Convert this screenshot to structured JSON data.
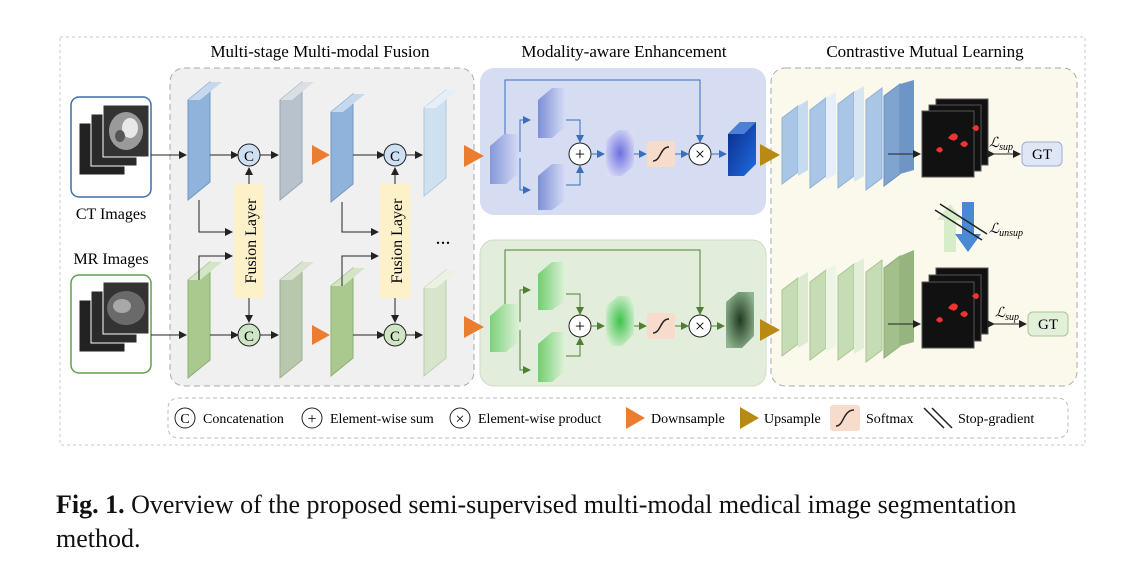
{
  "sections": {
    "fusion": "Multi-stage Multi-modal Fusion",
    "enhance": "Modality-aware Enhancement",
    "contrast": "Contrastive Mutual Learning"
  },
  "inputs": {
    "ct": "CT Images",
    "mr": "MR Images"
  },
  "fusion_layer": "Fusion Layer",
  "ellipsis": "...",
  "ops": {
    "concat": "C",
    "sum": "+",
    "product": "×"
  },
  "losses": {
    "sup_top": "ℒsup",
    "sup_bottom": "ℒsup",
    "unsup": "ℒunsup",
    "sup_base": "ℒ",
    "sup_sub": "sup",
    "unsup_sub": "unsup"
  },
  "gt": {
    "top": "GT",
    "bottom": "GT"
  },
  "legend": {
    "concatenation": "Concatenation",
    "sum": "Element-wise sum",
    "product": "Element-wise product",
    "downsample": "Downsample",
    "upsample": "Upsample",
    "softmax": "Softmax",
    "stopgrad": "Stop-gradient"
  },
  "colors": {
    "ct_blue": "#8fb3da",
    "mr_green": "#a9c98f",
    "downsample": "#ea7d2f",
    "upsample": "#b88a14",
    "fusion_yellow": "#fdf1c9",
    "enhance_blue_bg": "#d6dcf2",
    "enhance_green_bg": "#e3eddc",
    "contrast_bg": "#fbf8ec"
  },
  "caption": {
    "label": "Fig. 1.",
    "text": "Overview of the proposed semi-supervised multi-modal medical image segmentation method."
  }
}
